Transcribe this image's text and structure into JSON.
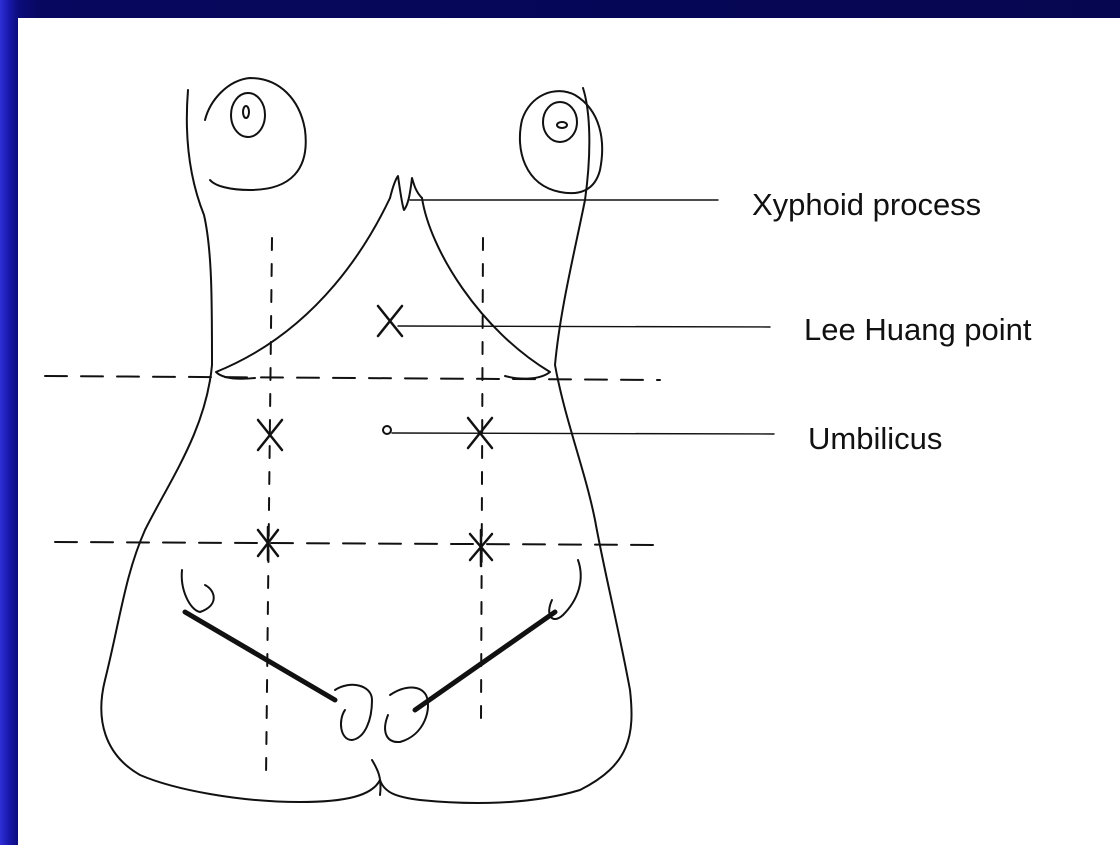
{
  "diagram": {
    "labels": {
      "xyphoid": "Xyphoid process",
      "lee_huang": "Lee Huang point",
      "umbilicus": "Umbilicus"
    },
    "colors": {
      "frame": "#0a0a6e",
      "panel": "#ffffff",
      "ink": "#111111"
    }
  }
}
